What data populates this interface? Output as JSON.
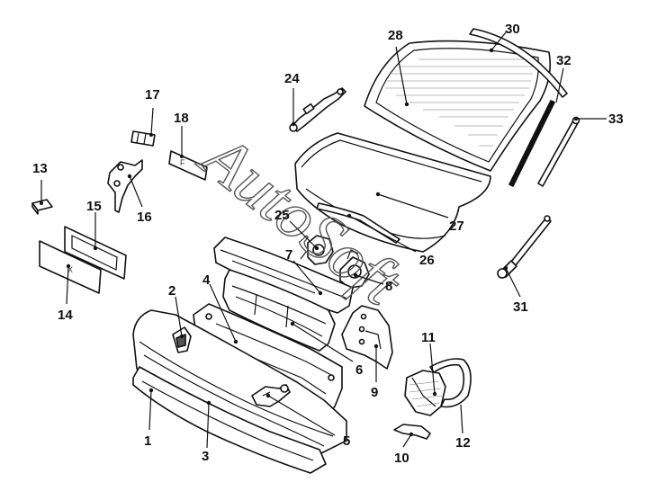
{
  "watermark": "AutoSoft",
  "plate_text": "X",
  "badge_text": "F",
  "callouts": [
    {
      "id": "c1",
      "label": "1"
    },
    {
      "id": "c2",
      "label": "2"
    },
    {
      "id": "c3",
      "label": "3"
    },
    {
      "id": "c4",
      "label": "4"
    },
    {
      "id": "c5",
      "label": "5"
    },
    {
      "id": "c6",
      "label": "6"
    },
    {
      "id": "c7",
      "label": "7"
    },
    {
      "id": "c8",
      "label": "8"
    },
    {
      "id": "c9",
      "label": "9"
    },
    {
      "id": "c10",
      "label": "10"
    },
    {
      "id": "c11",
      "label": "11"
    },
    {
      "id": "c12",
      "label": "12"
    },
    {
      "id": "c13",
      "label": "13"
    },
    {
      "id": "c14",
      "label": "14"
    },
    {
      "id": "c15",
      "label": "15"
    },
    {
      "id": "c16",
      "label": "16"
    },
    {
      "id": "c17",
      "label": "17"
    },
    {
      "id": "c18",
      "label": "18"
    },
    {
      "id": "c24",
      "label": "24"
    },
    {
      "id": "c25",
      "label": "25"
    },
    {
      "id": "c26",
      "label": "26"
    },
    {
      "id": "c27",
      "label": "27"
    },
    {
      "id": "c28",
      "label": "28"
    },
    {
      "id": "c30",
      "label": "30"
    },
    {
      "id": "c31",
      "label": "31"
    },
    {
      "id": "c32",
      "label": "32"
    },
    {
      "id": "c33",
      "label": "33"
    }
  ]
}
